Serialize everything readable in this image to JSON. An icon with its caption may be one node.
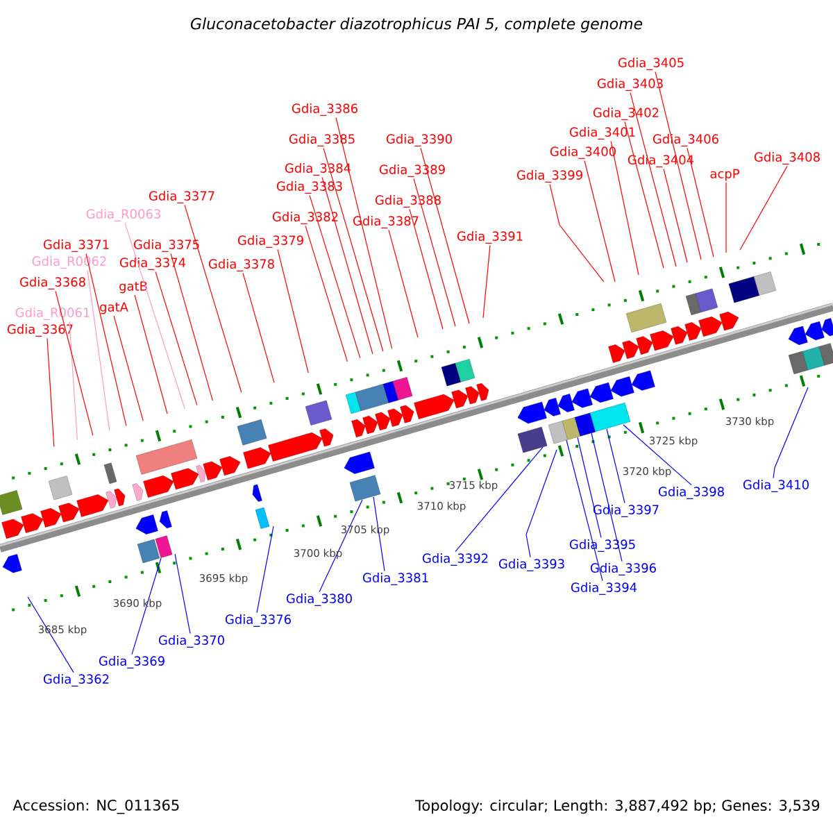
{
  "diagram": {
    "title": "Gluconacetobacter diazotrophicus PAI 5, complete genome",
    "nodes": [
      {
        "text": [
          "Gdia_3367"
        ]
      },
      {
        "text": [
          "Gdia_R0061"
        ]
      },
      {
        "text": [
          "Gdia_3368"
        ]
      },
      {
        "text": [
          "Gdia_R0062"
        ]
      },
      {
        "text": [
          "Gdia_3371"
        ]
      },
      {
        "text": [
          "gatA"
        ]
      },
      {
        "text": [
          "gatB"
        ]
      },
      {
        "text": [
          "Gdia_R0063"
        ]
      },
      {
        "text": [
          "Gdia_3374"
        ]
      },
      {
        "text": [
          "Gdia_3375"
        ]
      },
      {
        "text": [
          "Gdia_3377"
        ]
      },
      {
        "text": [
          "Gdia_3378"
        ]
      },
      {
        "text": [
          "Gdia_3379"
        ]
      },
      {
        "text": [
          "Gdia_3382"
        ]
      },
      {
        "text": [
          "Gdia_3383"
        ]
      },
      {
        "text": [
          "Gdia_3384"
        ]
      },
      {
        "text": [
          "Gdia_3385"
        ]
      },
      {
        "text": [
          "Gdia_3386"
        ]
      },
      {
        "text": [
          "Gdia_3387"
        ]
      },
      {
        "text": [
          "Gdia_3388"
        ]
      },
      {
        "text": [
          "Gdia_3389"
        ]
      },
      {
        "text": [
          "Gdia_3390"
        ]
      },
      {
        "text": [
          "Gdia_3391"
        ]
      },
      {
        "text": [
          "Gdia_3399"
        ]
      },
      {
        "text": [
          "Gdia_3400"
        ]
      },
      {
        "text": [
          "Gdia_3401"
        ]
      },
      {
        "text": [
          "Gdia_3402"
        ]
      },
      {
        "text": [
          "Gdia_3403"
        ]
      },
      {
        "text": [
          "Gdia_3404"
        ]
      },
      {
        "text": [
          "Gdia_3405"
        ]
      },
      {
        "text": [
          "Gdia_3406"
        ]
      },
      {
        "text": [
          "acpP"
        ]
      },
      {
        "text": [
          "Gdia_3408"
        ]
      },
      {
        "text": [
          "Gdia_3362"
        ]
      },
      {
        "text": [
          "Gdia_3369"
        ]
      },
      {
        "text": [
          "Gdia_3370"
        ]
      },
      {
        "text": [
          "Gdia_3376"
        ]
      },
      {
        "text": [
          "Gdia_3380"
        ]
      },
      {
        "text": [
          "Gdia_3381"
        ]
      },
      {
        "text": [
          "Gdia_3392"
        ]
      },
      {
        "text": [
          "Gdia_3393"
        ]
      },
      {
        "text": [
          "Gdia_3394"
        ]
      },
      {
        "text": [
          "Gdia_3395"
        ]
      },
      {
        "text": [
          "Gdia_3396"
        ]
      },
      {
        "text": [
          "Gdia_3397"
        ]
      },
      {
        "text": [
          "Gdia_3398"
        ]
      },
      {
        "text": [
          "Gdia_3410"
        ]
      }
    ],
    "edges": [
      {
        "from": 0,
        "to": null,
        "arrow": "none"
      },
      {
        "from": 1,
        "to": null,
        "arrow": "none",
        "color": "#ff99cc"
      },
      {
        "from": 2,
        "to": null,
        "arrow": "none"
      },
      {
        "from": 3,
        "to": null,
        "arrow": "none",
        "color": "#ff99cc"
      },
      {
        "from": 4,
        "to": null,
        "arrow": "none"
      },
      {
        "from": 5,
        "to": null,
        "arrow": "none"
      },
      {
        "from": 6,
        "to": null,
        "arrow": "none"
      },
      {
        "from": 7,
        "to": null,
        "arrow": "none",
        "color": "#ff99cc"
      },
      {
        "from": 8,
        "to": null,
        "arrow": "none"
      },
      {
        "from": 9,
        "to": null,
        "arrow": "none"
      },
      {
        "from": 10,
        "to": null,
        "arrow": "none"
      },
      {
        "from": 11,
        "to": null,
        "arrow": "none"
      },
      {
        "from": 12,
        "to": null,
        "arrow": "none"
      },
      {
        "from": 13,
        "to": null,
        "arrow": "none"
      },
      {
        "from": 14,
        "to": null,
        "arrow": "none"
      },
      {
        "from": 15,
        "to": null,
        "arrow": "none"
      },
      {
        "from": 16,
        "to": null,
        "arrow": "none"
      },
      {
        "from": 17,
        "to": null,
        "arrow": "none"
      },
      {
        "from": 18,
        "to": null,
        "arrow": "none"
      },
      {
        "from": 19,
        "to": null,
        "arrow": "none"
      },
      {
        "from": 20,
        "to": null,
        "arrow": "none"
      },
      {
        "from": 21,
        "to": null,
        "arrow": "none"
      },
      {
        "from": 22,
        "to": null,
        "arrow": "none"
      },
      {
        "from": 23,
        "to": null,
        "arrow": "none"
      },
      {
        "from": 24,
        "to": null,
        "arrow": "none"
      },
      {
        "from": 25,
        "to": null,
        "arrow": "none"
      },
      {
        "from": 26,
        "to": null,
        "arrow": "none"
      },
      {
        "from": 27,
        "to": null,
        "arrow": "none"
      },
      {
        "from": 28,
        "to": null,
        "arrow": "none"
      },
      {
        "from": 29,
        "to": null,
        "arrow": "none"
      },
      {
        "from": 30,
        "to": null,
        "arrow": "none"
      },
      {
        "from": 31,
        "to": null,
        "arrow": "none"
      },
      {
        "from": 32,
        "to": null,
        "arrow": "none"
      },
      {
        "from": 33,
        "to": null,
        "arrow": "none",
        "color": "#0000ff"
      },
      {
        "from": 34,
        "to": null,
        "arrow": "none",
        "color": "#0000ff"
      },
      {
        "from": 35,
        "to": null,
        "arrow": "none",
        "color": "#0000ff"
      },
      {
        "from": 36,
        "to": null,
        "arrow": "none",
        "color": "#0000ff"
      },
      {
        "from": 37,
        "to": null,
        "arrow": "none",
        "color": "#0000ff"
      },
      {
        "from": 38,
        "to": null,
        "arrow": "none",
        "color": "#0000ff"
      },
      {
        "from": 39,
        "to": null,
        "arrow": "none",
        "color": "#0000ff"
      },
      {
        "from": 40,
        "to": null,
        "arrow": "none",
        "color": "#0000ff"
      },
      {
        "from": 41,
        "to": null,
        "arrow": "none",
        "color": "#0000ff"
      },
      {
        "from": 42,
        "to": null,
        "arrow": "none",
        "color": "#0000ff"
      },
      {
        "from": 43,
        "to": null,
        "arrow": "none",
        "color": "#0000ff"
      },
      {
        "from": 44,
        "to": null,
        "arrow": "none",
        "color": "#0000ff"
      },
      {
        "from": 45,
        "to": null,
        "arrow": "none",
        "color": "#0000ff"
      },
      {
        "from": 46,
        "to": null,
        "arrow": "none",
        "color": "#0000ff"
      }
    ],
    "labels": [
      "3685 kbp",
      "3690 kbp",
      "3695 kbp",
      "3700 kbp",
      "3705 kbp",
      "3710 kbp",
      "3715 kbp",
      "3720 kbp",
      "3725 kbp",
      "3730 kbp",
      "Accession: NC_011365",
      "Topology: circular; Length: 3,887,492 bp; Genes: 3,539"
    ]
  }
}
